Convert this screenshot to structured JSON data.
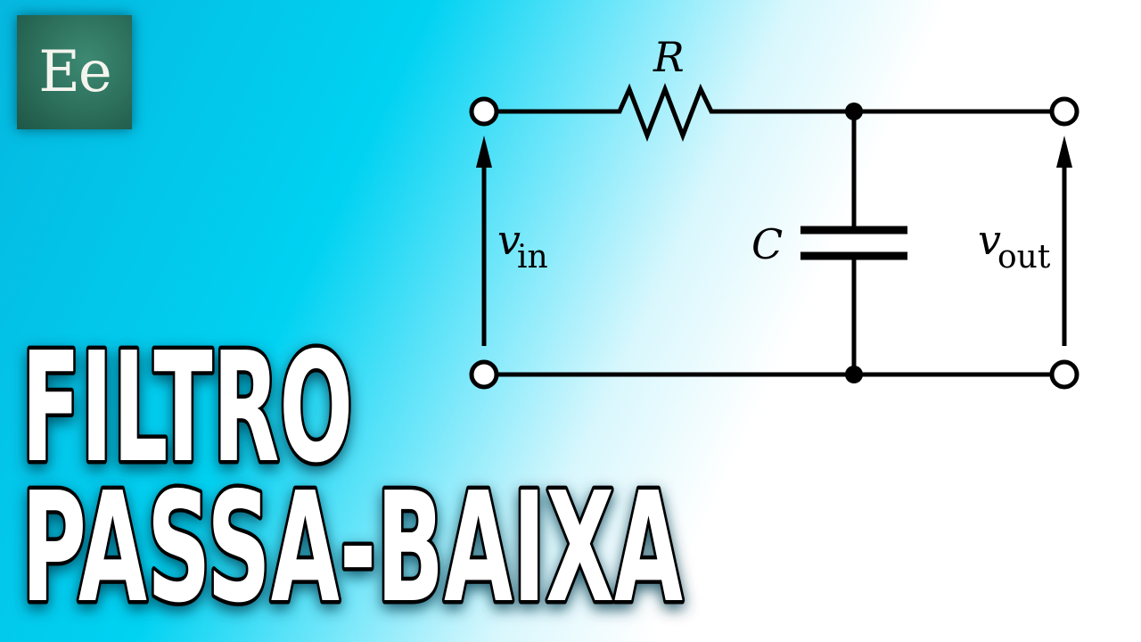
{
  "logo": {
    "text": "Ee"
  },
  "title": {
    "line1": "FILTRO",
    "line2": "PASSA-BAIXA"
  },
  "circuit": {
    "resistor_label": "R",
    "capacitor_label": "C",
    "vin_label": "v",
    "vin_sub": "in",
    "vout_label": "v",
    "vout_sub": "out"
  }
}
